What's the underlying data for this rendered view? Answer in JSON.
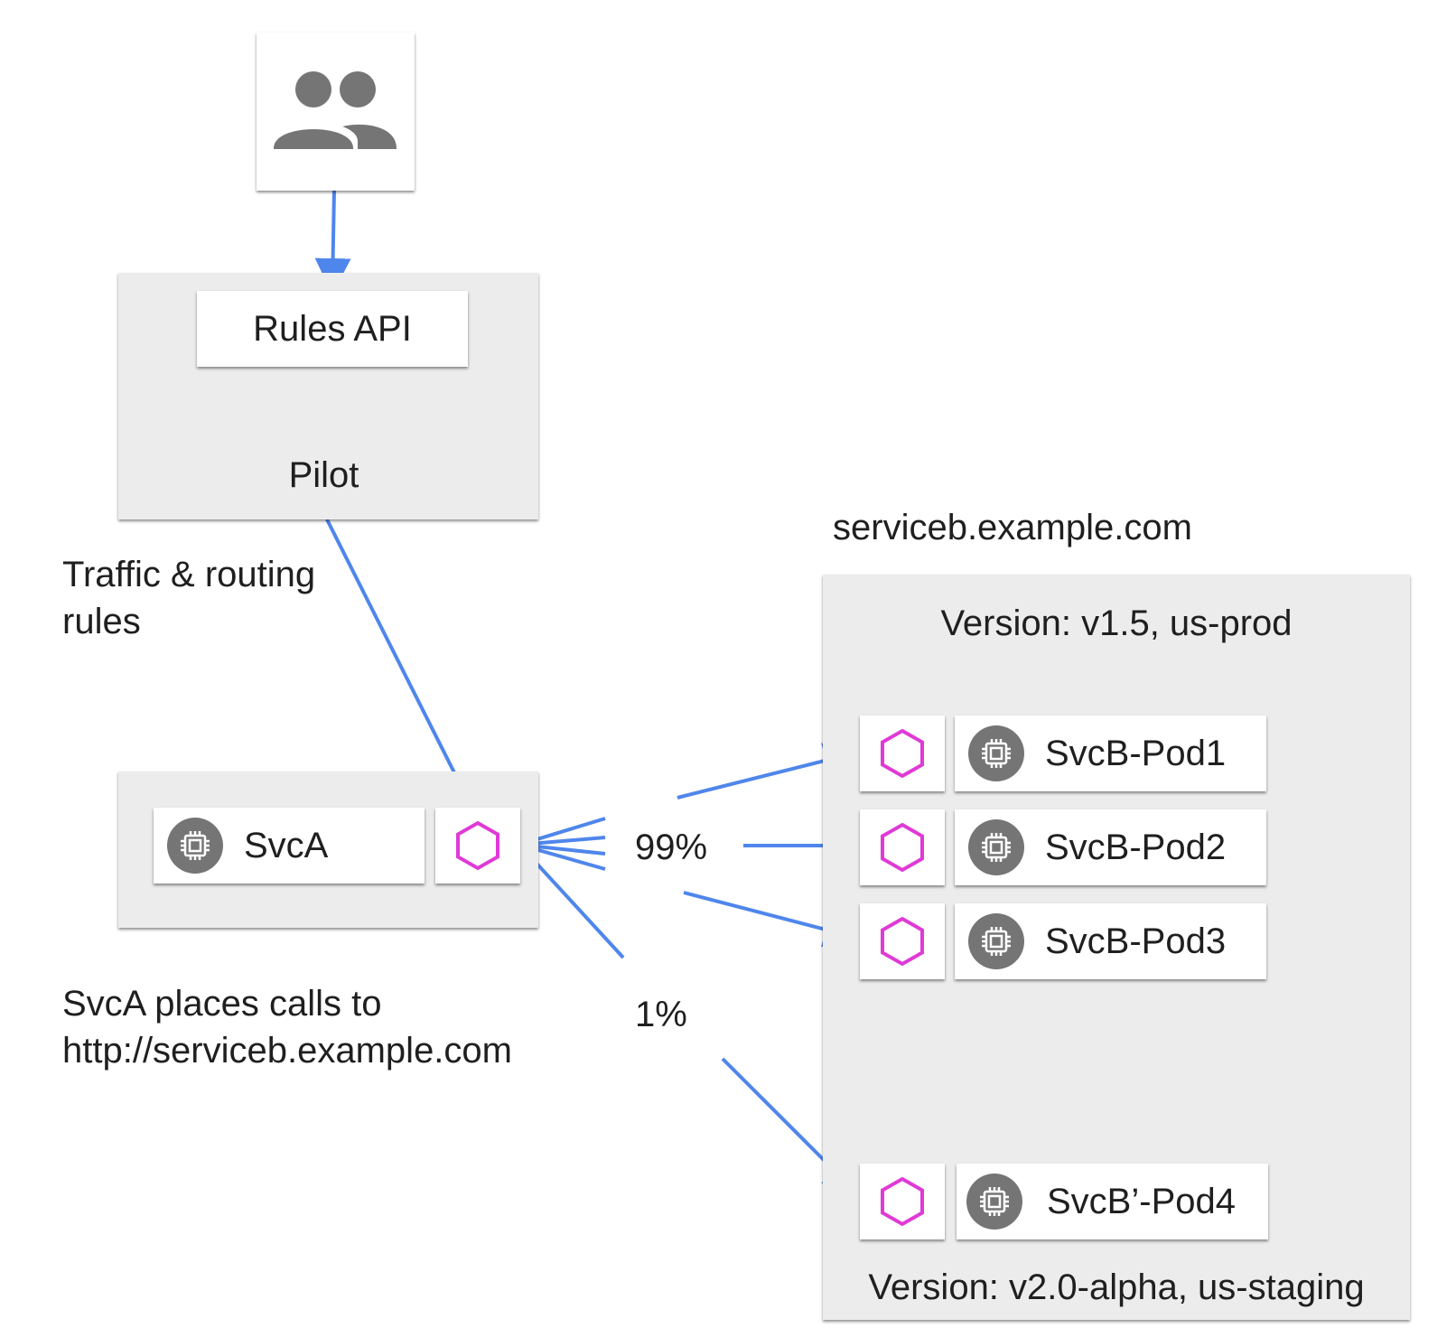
{
  "diagram": {
    "users_icon": "people-icon",
    "rules_api": "Rules API",
    "pilot": "Pilot",
    "traffic_rules": [
      "Traffic & routing",
      "rules"
    ],
    "svca": "SvcA",
    "svca_note": [
      "SvcA places calls to",
      "http://serviceb.example.com"
    ],
    "serviceb_host": "serviceb.example.com",
    "version_prod": "Version: v1.5, us-prod",
    "version_staging": "Version: v2.0-alpha, us-staging",
    "pods": [
      "SvcB-Pod1",
      "SvcB-Pod2",
      "SvcB-Pod3",
      "SvcB’-Pod4"
    ],
    "pct_main": "99%",
    "pct_canary": "1%",
    "colors": {
      "arrow": "#4f86ec",
      "proxy_hex": "#e03ad6",
      "chip_bg": "#757575",
      "panel": "#ececec"
    }
  }
}
